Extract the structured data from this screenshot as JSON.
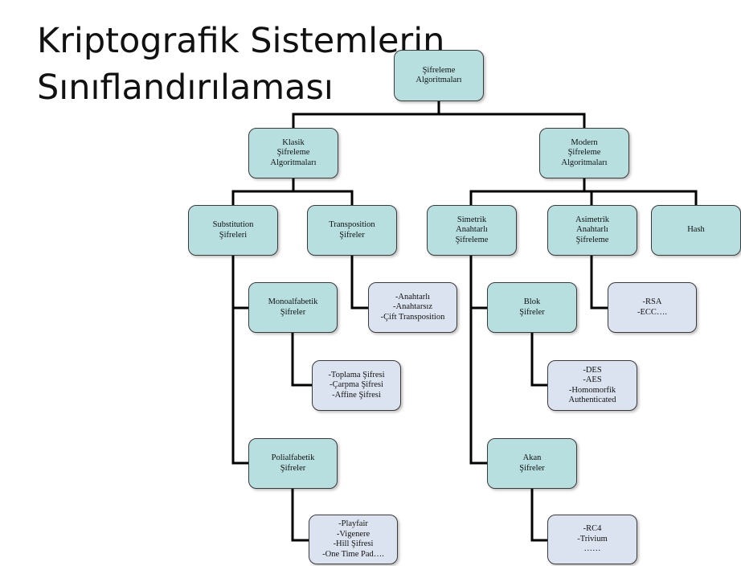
{
  "title": {
    "line1": "Kriptografik Sistemlerin",
    "line2": "Sınıflandırılaması"
  },
  "diagram": {
    "root": "Şifreleme\nAlgoritmaları",
    "klasik": "Klasik\nŞifreleme\nAlgoritmaları",
    "modern": "Modern\nŞifreleme\nAlgoritmaları",
    "substitution": "Substitution\nŞifreleri",
    "transposition": "Transposition\nŞifreler",
    "simetrik": "Simetrik\nAnahtarlı\nŞifreleme",
    "asimetrik": "Asimetrik\nAnahtarlı\nŞifreleme",
    "hash": "Hash",
    "transposition_items": "-Anahtarlı\n-Anahtarsız\n-Çift Transposition",
    "monoalfabetik": "Monoalfabetik\nŞifreler",
    "monoalfabetik_items": "-Toplama Şifresi\n-Çarpma Şifresi\n-Affine Şifresi",
    "polialfabetik": "Polialfabetik\nŞifreler",
    "polialfabetik_items": "-Playfair\n-Vigenere\n-Hill Şifresi\n-One Time Pad….",
    "blok": "Blok\nŞifreler",
    "blok_items": "-DES\n-AES\n-Homomorfik\nAuthenticated",
    "akan": "Akan\nŞifreler",
    "akan_items": "-RC4\n-Trivium\n……",
    "asimetrik_items": "-RSA\n-ECC…."
  },
  "colors": {
    "category_fill": "#b7dfe0",
    "leaf_fill": "#dce3f0",
    "connector": "#000000"
  }
}
